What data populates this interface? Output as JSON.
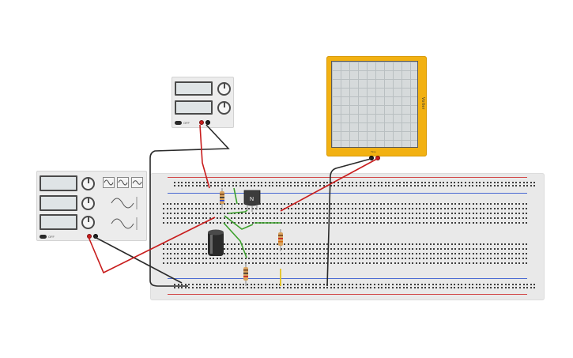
{
  "oscilloscope": {
    "brand": "Volter",
    "label": "Time"
  },
  "power_supply": {
    "switch_label": "OFF"
  },
  "function_generator": {
    "switch_label": "OFF",
    "wave_buttons": [
      "sine-icon",
      "square-icon",
      "triangle-icon"
    ]
  },
  "components": {
    "transistor_label": "N"
  },
  "colors": {
    "oscilloscope_body": "#f2b112",
    "breadboard": "#e9e9e9",
    "wire_red": "#c81d1d",
    "wire_black": "#2a2a2a",
    "wire_green": "#3aa02a",
    "wire_yellow": "#e3c21b"
  }
}
